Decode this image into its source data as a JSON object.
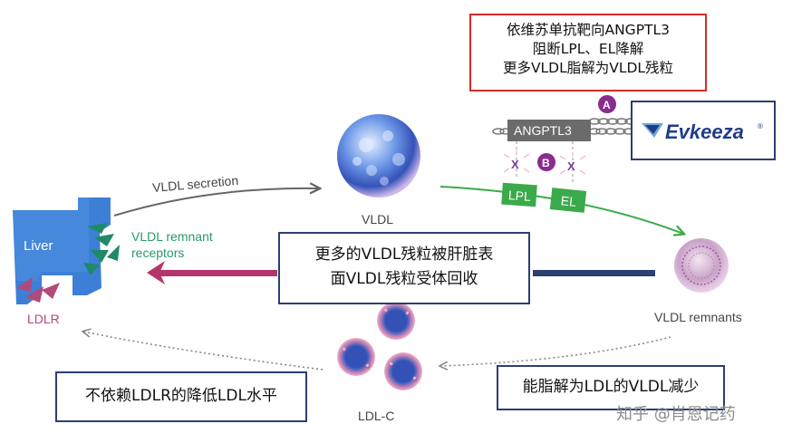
{
  "callouts": {
    "evkeeza_action": {
      "lines": [
        "依维苏单抗靶向ANGPTL3",
        "阻断LPL、EL降解",
        "更多VLDL脂解为VLDL残粒"
      ]
    },
    "remnant_uptake": {
      "lines": [
        "更多的VLDL残粒被肝脏表",
        "面VLDL残粒受体回收"
      ]
    },
    "ldlr_independent": {
      "lines": [
        "不依赖LDLR的降低LDL水平"
      ]
    },
    "less_vldl_to_ldl": {
      "lines": [
        "能脂解为LDL的VLDL减少"
      ]
    }
  },
  "labels": {
    "vldl_secretion": "VLDL secretion",
    "vldl": "VLDL",
    "liver": "Liver",
    "vldl_remnant_receptors_1": "VLDL remnant",
    "vldl_remnant_receptors_2": "receptors",
    "ldlr": "LDLR",
    "vldl_remnants": "VLDL remnants",
    "ldl_c": "LDL-C",
    "angptl3": "ANGPTL3",
    "lpl": "LPL",
    "el": "EL",
    "marker_a": "A",
    "marker_b": "B",
    "x_mark": "X",
    "brand": "Evkeeza",
    "brand_tm": "®",
    "watermark": "知乎 @肖恩记药"
  },
  "colors": {
    "green": "#3aaa4a",
    "gray_arrow": "#666666",
    "navy": "#2c3f73",
    "magenta": "#b3356b",
    "liver_blue": "#3d7fd6",
    "receptor_green": "#1e8a66",
    "ldlr_pink": "#b04a7a",
    "angptl3_gray": "#6b6b6b",
    "marker_purple": "#8a2c8f",
    "x_purple": "#7b3aa0",
    "red_border": "#d62a2a",
    "text_green": "#2a9a6a"
  },
  "icons": {
    "vldl_particle": "blue-sphere-icon",
    "remnant_particle": "purple-sphere-icon",
    "ldl_particle": "pink-blue-sphere-icon",
    "evkeeza_logo": "evkeeza-logo-icon"
  }
}
